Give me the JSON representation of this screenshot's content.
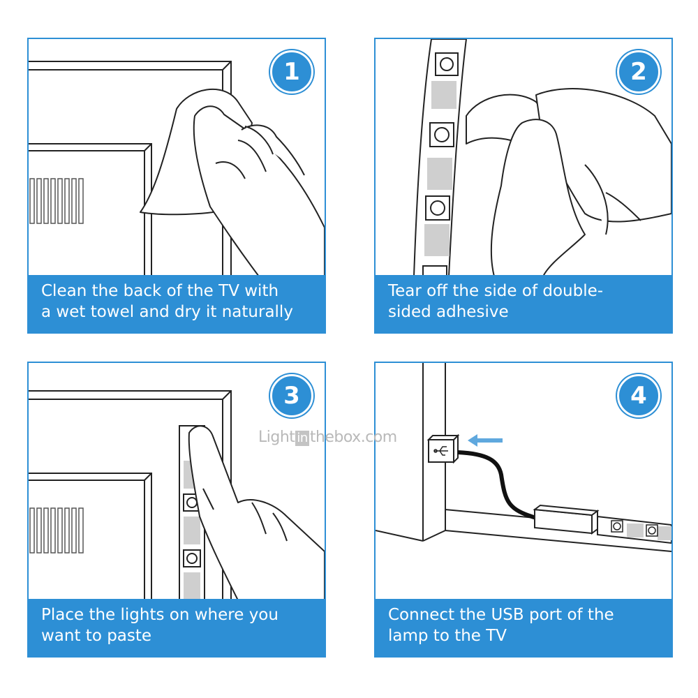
{
  "steps": [
    {
      "number": "1",
      "caption_line1": "Clean the back of the TV with",
      "caption_line2": "a wet towel and dry it naturally"
    },
    {
      "number": "2",
      "caption_line1": "Tear off the side of double-",
      "caption_line2": "sided adhesive"
    },
    {
      "number": "3",
      "caption_line1": "Place the lights on where you",
      "caption_line2": "want to paste"
    },
    {
      "number": "4",
      "caption_line1": "Connect the USB port of the",
      "caption_line2": "lamp to the TV"
    }
  ],
  "watermark": {
    "part1": "Light",
    "part2": "in",
    "part3": "thebox.com"
  },
  "colors": {
    "accent": "#2d8fd5",
    "line": "#222222",
    "caption_text": "#ffffff",
    "watermark": "#b9b9b9"
  }
}
